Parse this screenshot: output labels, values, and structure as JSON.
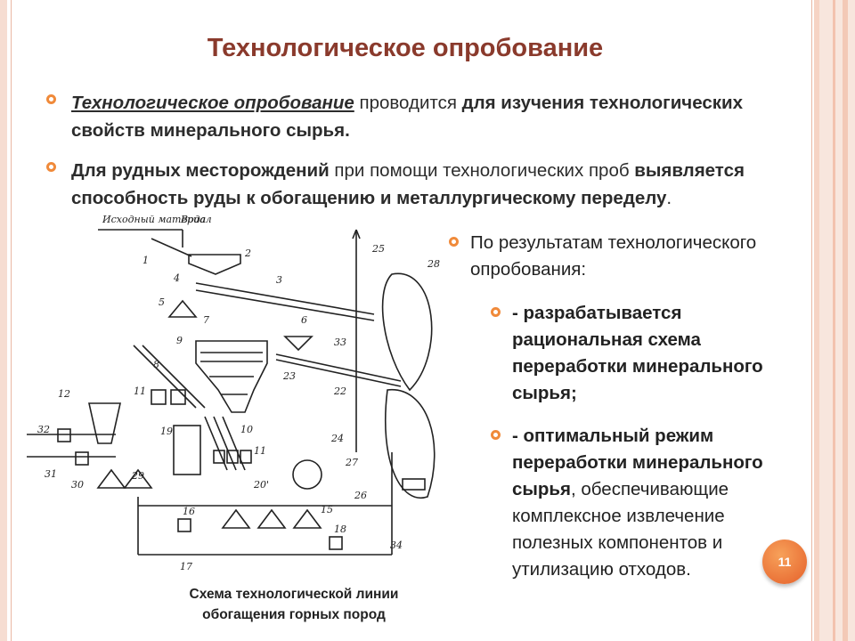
{
  "title": "Технологическое опробование",
  "bullet1": {
    "term": "Технологическое опробование",
    "text1": " проводится ",
    "bold1": "для изучения технологических свойств минерального сырья."
  },
  "bullet2": {
    "bold1": "Для рудных месторождений",
    "text1": " при помощи технологических проб ",
    "bold2": "выявляется способность руды к обогащению и металлургическому переделу",
    "text2": "."
  },
  "results": {
    "intro": "По результатам технологического опробования:",
    "item1": "- разрабатывается рациональная схема переработки минерального сырья;",
    "item2_bold": "- оптимальный режим переработки минерального сырья",
    "item2_text": ", обеспечивающие комплексное извлечение полезных компонентов и утилизацию отходов."
  },
  "diagram": {
    "labels": {
      "input": "Исходный материал",
      "water": "Вода",
      "n1": "1",
      "n2": "2",
      "n3": "3",
      "n4": "4",
      "n5": "5",
      "n6": "6",
      "n7": "7",
      "n8": "8",
      "n9": "9",
      "n10": "10",
      "n11a": "11",
      "n11b": "11",
      "n12": "12",
      "n15": "15",
      "n16": "16",
      "n17": "17",
      "n18": "18",
      "n19": "19",
      "n20": "20'",
      "n22": "22",
      "n23": "23",
      "n24": "24",
      "n25": "25",
      "n26": "26",
      "n27": "27",
      "n28": "28",
      "n29": "29",
      "n30": "30",
      "n31": "31",
      "n32": "32",
      "n33": "33",
      "n34": "34"
    },
    "caption": "Схема технологической линии обогащения горных пород"
  },
  "page_number": "11",
  "colors": {
    "title": "#8a3a2c",
    "bullet": "#f08a3a",
    "badge": "#e5602a"
  }
}
